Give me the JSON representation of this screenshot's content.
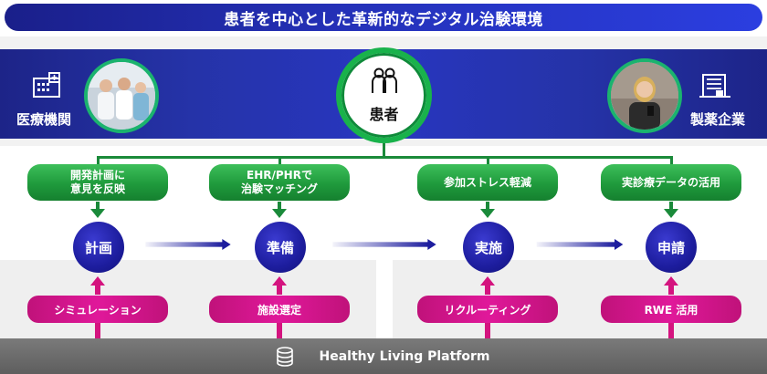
{
  "title": "患者を中心とした革新的なデジタル治験環境",
  "medical": {
    "label": "医療機関",
    "icon": "hospital-icon",
    "photo": "doctors-photo"
  },
  "pharma": {
    "label": "製薬企業",
    "icon": "factory-icon",
    "photo": "businesswoman-photo"
  },
  "patient": {
    "label": "患者",
    "icon": "people-icon"
  },
  "phases": [
    {
      "label": "計画"
    },
    {
      "label": "準備"
    },
    {
      "label": "実施"
    },
    {
      "label": "申請"
    }
  ],
  "patient_benefits": [
    {
      "line1": "開発計画に",
      "line2": "意見を反映"
    },
    {
      "line1": "EHR/PHRで",
      "line2": "治験マッチング"
    },
    {
      "line1": "参加ストレス軽減",
      "line2": ""
    },
    {
      "line1": "実診療データの活用",
      "line2": ""
    }
  ],
  "platform_features": [
    {
      "label": "シミュレーション"
    },
    {
      "label": "施設選定"
    },
    {
      "label": "リクルーティング"
    },
    {
      "label": "RWE 活用"
    }
  ],
  "platform": {
    "label": "Healthy Living Platform",
    "icon": "database-icon"
  },
  "colors": {
    "title_blue": "#2431b8",
    "band_blue": "#1c2b9e",
    "green": "#1f9a3c",
    "phase_navy": "#1d1d9e",
    "pink": "#e0189a",
    "platform_gray": "#666666"
  }
}
